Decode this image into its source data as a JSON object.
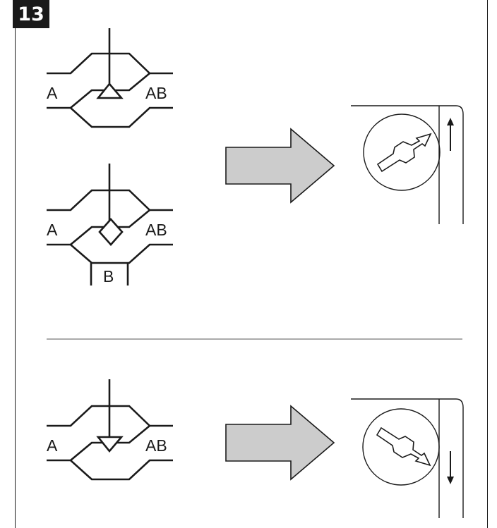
{
  "figure": {
    "number": "13"
  },
  "valve_top": {
    "port_a": "A",
    "port_ab": "AB"
  },
  "valve_middle": {
    "port_a": "A",
    "port_ab": "AB",
    "port_b": "B"
  },
  "valve_bottom": {
    "port_a": "A",
    "port_ab": "AB"
  },
  "colors": {
    "line": "#1a1a1a",
    "arrow_fill": "#cccccc",
    "background": "#ffffff"
  },
  "icons": [
    "valve-symbol-triangle-up",
    "valve-symbol-diamond",
    "valve-symbol-triangle-down",
    "block-arrow-right",
    "rotary-knob-up",
    "rotary-knob-down"
  ]
}
